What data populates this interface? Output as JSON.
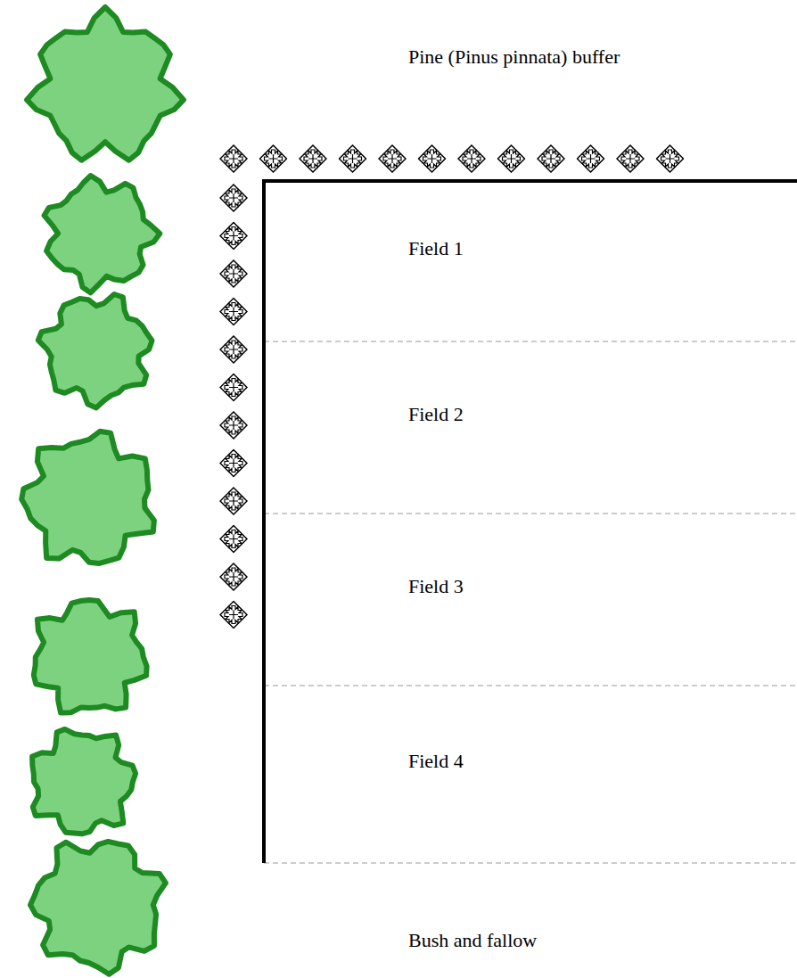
{
  "diagram": {
    "nodes": [
      {
        "text": [
          "Field 1"
        ]
      },
      {
        "text": [
          "Field 2"
        ]
      },
      {
        "text": [
          "Field 3"
        ]
      },
      {
        "text": [
          "Field 4"
        ]
      }
    ],
    "labels": [
      "Pine (Pinus pinnata) buffer",
      "Bush and fallow"
    ]
  }
}
